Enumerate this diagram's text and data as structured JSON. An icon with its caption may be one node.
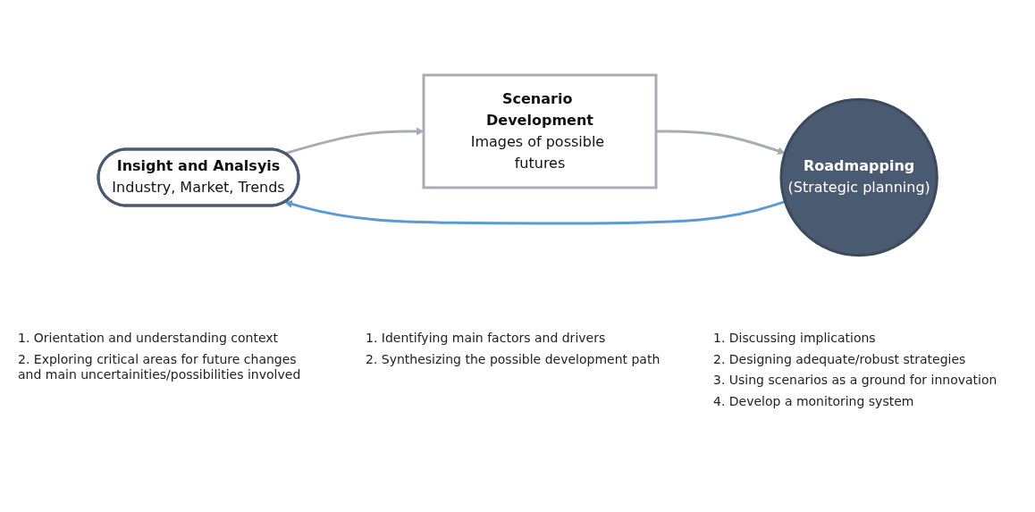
{
  "diagram": {
    "nodes": [
      {
        "text": [
          "Insight and Analsyis",
          "Industry, Market, Trends"
        ],
        "beside": [
          "1. Orientation and understanding context",
          "2. Exploring critical areas for future changes and main uncertainities/possibilities involved"
        ]
      },
      {
        "text": [
          "Scenario Development",
          "Images of possible futures"
        ],
        "beside": [
          "1. Identifying main factors and drivers",
          "2. Synthesizing the possible development path"
        ]
      },
      {
        "text": [
          "Roadmapping",
          "(Strategic planning)"
        ],
        "beside": [
          "1. Discussing implications",
          "2. Designing adequate/robust strategies",
          "3. Using scenarios as a ground for innovation",
          "4. Develop a monitoring system"
        ]
      }
    ],
    "edges": [
      {
        "from": 0,
        "to": 1,
        "arrow": "to"
      },
      {
        "from": 1,
        "to": 2,
        "arrow": "to"
      },
      {
        "from": 2,
        "to": 0,
        "arrow": "to",
        "color": "#5b9bd5"
      }
    ]
  }
}
